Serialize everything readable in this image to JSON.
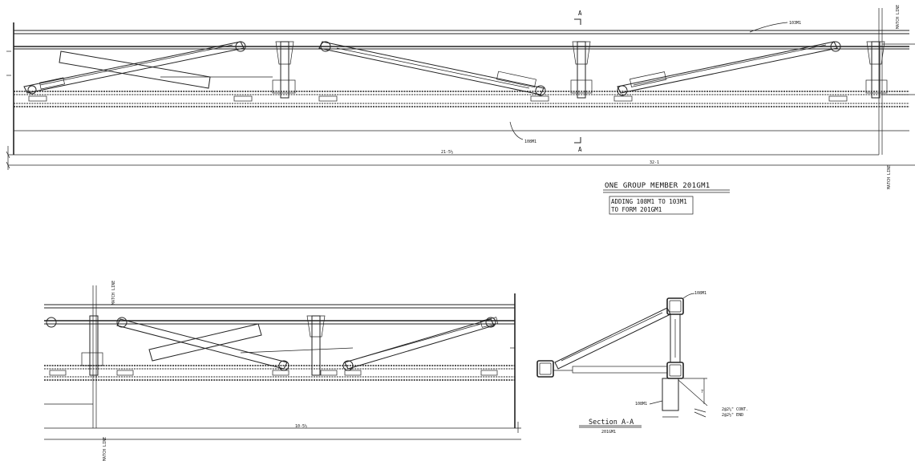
{
  "labels": {
    "mark_103": "103M1",
    "mark_108": "108M1",
    "match_line": "MATCH LINE",
    "section_letter": "A",
    "dim_main": "21-5½",
    "dim_total": "32-1",
    "dim_lower": "10-5½",
    "note_title": "ONE GROUP MEMBER 201GM1",
    "note_line1": "ADDING 108M1 TO 103M1",
    "note_line2": "TO FORM 201GM1",
    "section_title": "Section A-A",
    "section_sub": "201GM1",
    "section_top_mark": "108M1",
    "section_side_mark": "108M1",
    "weld1": "2@2¼\" CONT.",
    "weld2": "2@2½\" END",
    "dim_7": "7"
  }
}
